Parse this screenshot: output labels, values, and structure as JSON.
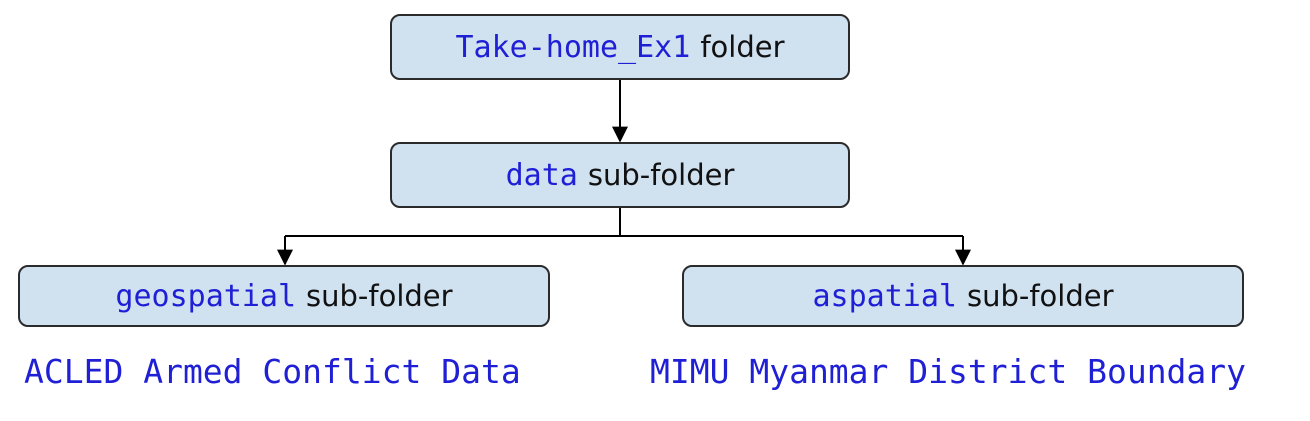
{
  "nodes": {
    "root": {
      "code": "Take-home_Ex1",
      "word": "folder"
    },
    "data": {
      "code": "data",
      "word": "sub-folder"
    },
    "geospatial": {
      "code": "geospatial",
      "word": "sub-folder"
    },
    "aspatial": {
      "code": "aspatial",
      "word": "sub-folder"
    }
  },
  "captions": {
    "left": "ACLED Armed Conflict Data",
    "right": "MIMU Myanmar District Boundary"
  },
  "colors": {
    "node_fill": "#d0e1f0",
    "node_border": "#2b2b2b",
    "code_text": "#1f1fd6",
    "label_text": "#111111",
    "connector": "#000000"
  }
}
